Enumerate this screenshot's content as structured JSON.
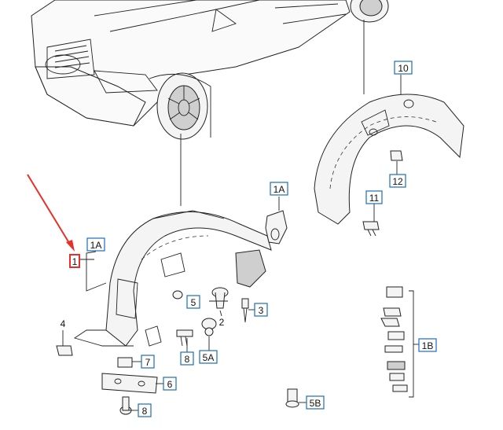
{
  "callouts": {
    "c1": "1",
    "c1A_left": "1A",
    "c1A_top": "1A",
    "c1B": "1B",
    "c2": "2",
    "c3": "3",
    "c4": "4",
    "c5": "5",
    "c5A": "5A",
    "c5B": "5B",
    "c6": "6",
    "c7": "7",
    "c8_mid": "8",
    "c8_low": "8",
    "c10": "10",
    "c11": "11",
    "c12": "12"
  },
  "colors": {
    "highlight": "#e8302a",
    "label_border": "#1d6fb8"
  }
}
